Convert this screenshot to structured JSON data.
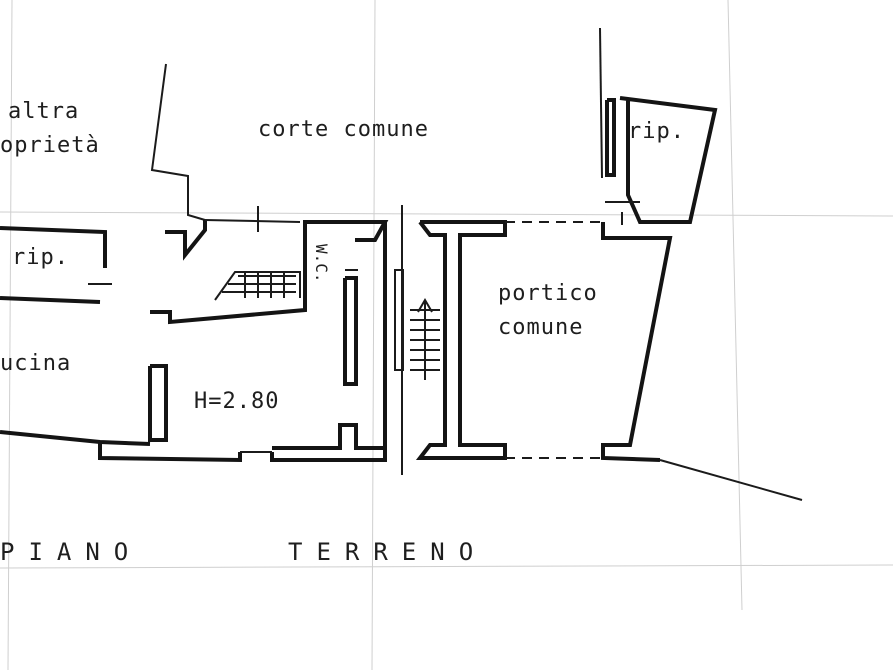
{
  "drawing": {
    "rooms": {
      "altra_line1": "altra",
      "altra_line2": "oprietà",
      "corte_comune": "corte comune",
      "rip_top_right": "rip.",
      "rip_left": "rip.",
      "portico_line1": "portico",
      "portico_line2": "comune",
      "cucina": "ucina",
      "wc": "W.C.",
      "height_mark": "H=2.80"
    },
    "floor_title": {
      "word1": "PIANO",
      "word2": "TERRENO"
    }
  }
}
